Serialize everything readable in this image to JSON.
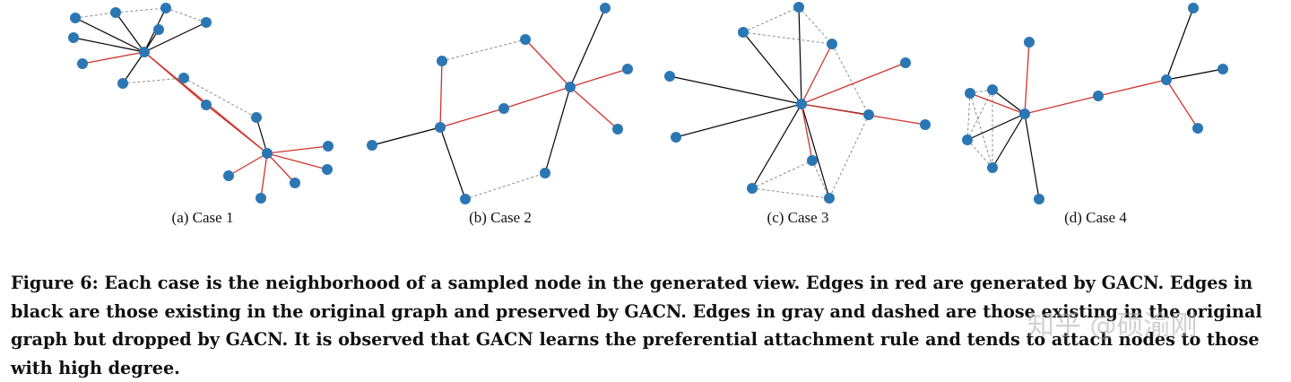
{
  "colors": {
    "node": "#2b77b4",
    "generated_edge": "#d0342c",
    "preserved_edge": "#000000",
    "dropped_edge": "#8c8c8c"
  },
  "subcaptions": [
    "(a)  Case 1",
    "(b)  Case 2",
    "(c)  Case 3",
    "(d)  Case 4"
  ],
  "caption": "Figure 6: Each case is the neighborhood of a sampled node in the generated view. Edges in red are generated by GACN. Edges in black are those existing in the original graph and preserved by GACN. Edges in gray and dashed are those existing in the original graph but dropped by GACN. It is observed that GACN learns the preferential attachment rule and tends to attach nodes to those with high degree.",
  "watermark": "知乎 @硕渝刚"
}
